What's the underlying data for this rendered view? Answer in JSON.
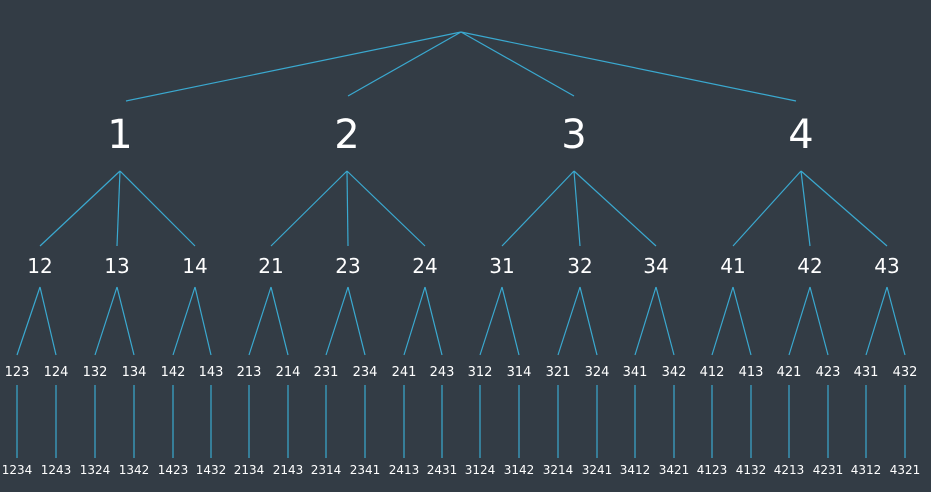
{
  "colors": {
    "background": "#333c45",
    "edge": "#3aa9d0",
    "label": "#ffffff"
  },
  "tree": {
    "level1": [
      "1",
      "2",
      "3",
      "4"
    ],
    "level2": [
      "12",
      "13",
      "14",
      "21",
      "23",
      "24",
      "31",
      "32",
      "34",
      "41",
      "42",
      "43"
    ],
    "level3": [
      "123",
      "124",
      "132",
      "134",
      "142",
      "143",
      "213",
      "214",
      "231",
      "234",
      "241",
      "243",
      "312",
      "314",
      "321",
      "324",
      "341",
      "342",
      "412",
      "413",
      "421",
      "423",
      "431",
      "432"
    ],
    "level4": [
      "1234",
      "1243",
      "1324",
      "1342",
      "1423",
      "1432",
      "2134",
      "2143",
      "2314",
      "2341",
      "2413",
      "2431",
      "3124",
      "3142",
      "3214",
      "3241",
      "3412",
      "3421",
      "4123",
      "4132",
      "4213",
      "4231",
      "4312",
      "4321"
    ]
  }
}
